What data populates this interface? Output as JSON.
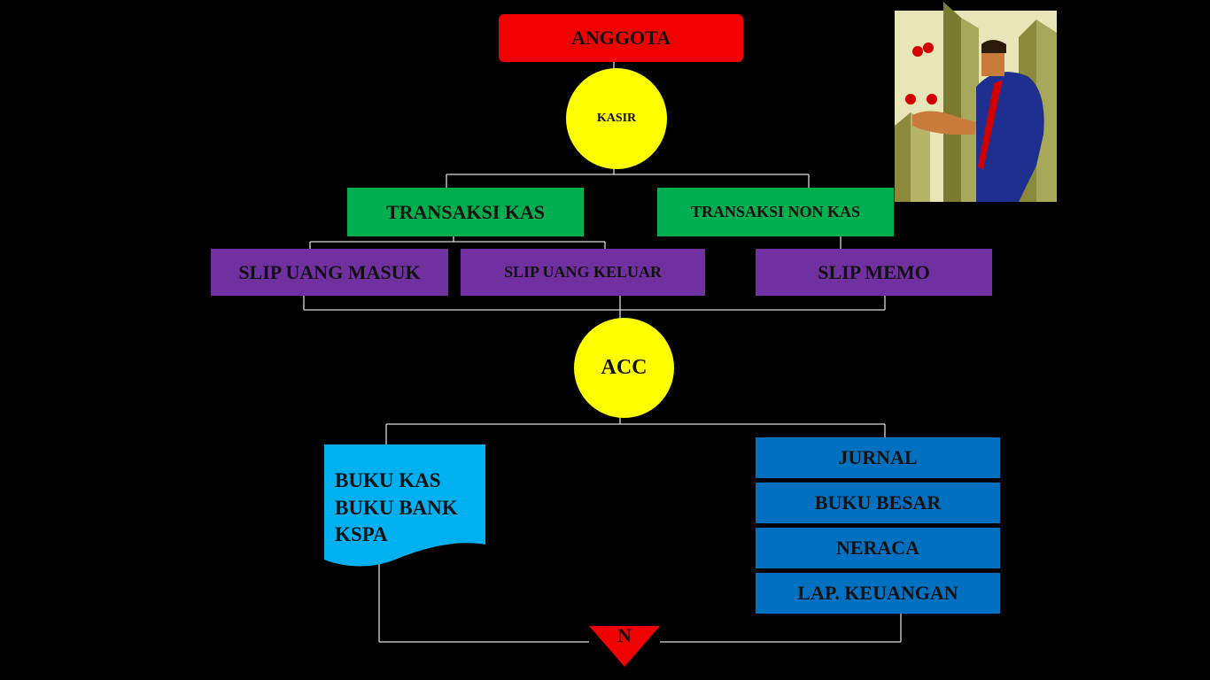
{
  "nodes": {
    "anggota": "ANGGOTA",
    "kasir": "KASIR",
    "transaksi_kas": "TRANSAKSI KAS",
    "transaksi_non_kas": "TRANSAKSI NON KAS",
    "slip_uang_masuk": "SLIP UANG MASUK",
    "slip_uang_keluar": "SLIP UANG KELUAR",
    "slip_memo": "SLIP MEMO",
    "acc": "ACC",
    "document_lines": [
      "BUKU KAS",
      "BUKU BANK",
      "KSPA"
    ],
    "reports": [
      "JURNAL",
      "BUKU BESAR",
      "NERACA",
      "LAP. KEUANGAN"
    ],
    "merge": "N"
  },
  "colors": {
    "background": "#000000",
    "anggota": "#f00000",
    "circle": "#ffff00",
    "transaction": "#00b050",
    "slip": "#7030a0",
    "document": "#00b0f0",
    "report": "#0070c0",
    "merge": "#f00000",
    "connector": "#d9d9d9"
  },
  "clipart": {
    "icon": "businessman-juggling-icon"
  }
}
